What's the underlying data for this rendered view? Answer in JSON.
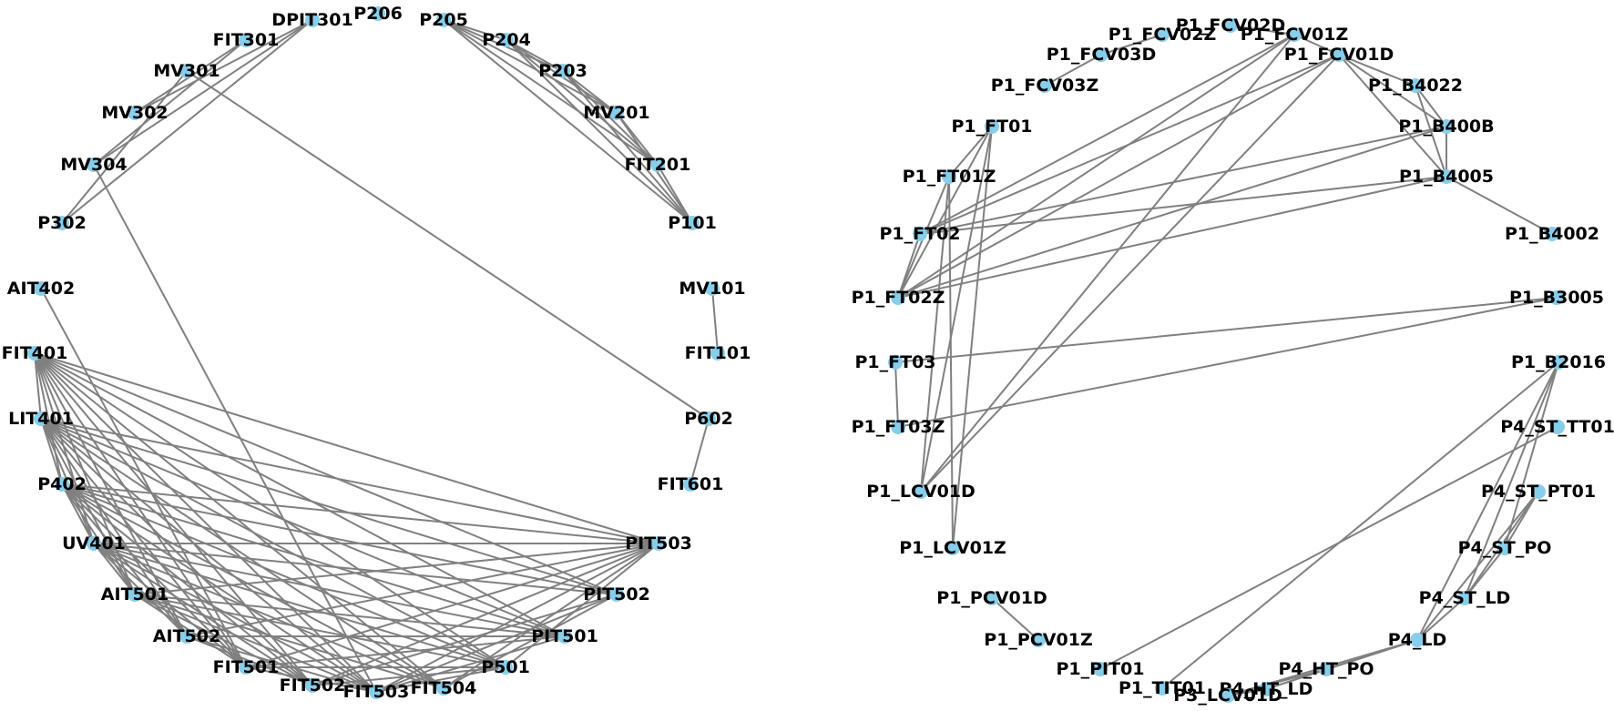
{
  "colors": {
    "edge": "#808080",
    "node": "#87ceeb",
    "label": "#000000",
    "background": "#ffffff"
  },
  "graphs": [
    {
      "id": "left",
      "nodes": [
        {
          "id": "P206",
          "label": "P206"
        },
        {
          "id": "P205",
          "label": "P205"
        },
        {
          "id": "P204",
          "label": "P204"
        },
        {
          "id": "P203",
          "label": "P203"
        },
        {
          "id": "MV201",
          "label": "MV201"
        },
        {
          "id": "FIT201",
          "label": "FIT201"
        },
        {
          "id": "P101",
          "label": "P101"
        },
        {
          "id": "MV101",
          "label": "MV101"
        },
        {
          "id": "FIT101",
          "label": "FIT101"
        },
        {
          "id": "P602",
          "label": "P602"
        },
        {
          "id": "FIT601",
          "label": "FIT601"
        },
        {
          "id": "PIT503",
          "label": "PIT503"
        },
        {
          "id": "PIT502",
          "label": "PIT502"
        },
        {
          "id": "PIT501",
          "label": "PIT501"
        },
        {
          "id": "P501",
          "label": "P501"
        },
        {
          "id": "FIT504",
          "label": "FIT504"
        },
        {
          "id": "FIT503",
          "label": "FIT503"
        },
        {
          "id": "FIT502",
          "label": "FIT502"
        },
        {
          "id": "FIT501",
          "label": "FIT501"
        },
        {
          "id": "AIT502",
          "label": "AIT502"
        },
        {
          "id": "AIT501",
          "label": "AIT501"
        },
        {
          "id": "UV401",
          "label": "UV401"
        },
        {
          "id": "P402",
          "label": "P402"
        },
        {
          "id": "LIT401",
          "label": "LIT401"
        },
        {
          "id": "FIT401",
          "label": "FIT401"
        },
        {
          "id": "AIT402",
          "label": "AIT402"
        },
        {
          "id": "P302",
          "label": "P302"
        },
        {
          "id": "MV304",
          "label": "MV304"
        },
        {
          "id": "MV302",
          "label": "MV302"
        },
        {
          "id": "MV301",
          "label": "MV301"
        },
        {
          "id": "FIT301",
          "label": "FIT301"
        },
        {
          "id": "DPIT301",
          "label": "DPIT301"
        }
      ],
      "edges": [
        [
          "P205",
          "P204"
        ],
        [
          "P205",
          "P203"
        ],
        [
          "P205",
          "MV201"
        ],
        [
          "P205",
          "FIT201"
        ],
        [
          "P205",
          "P101"
        ],
        [
          "P204",
          "P203"
        ],
        [
          "P204",
          "MV201"
        ],
        [
          "P204",
          "FIT201"
        ],
        [
          "P204",
          "P101"
        ],
        [
          "P203",
          "MV201"
        ],
        [
          "P203",
          "FIT201"
        ],
        [
          "P203",
          "P101"
        ],
        [
          "MV201",
          "FIT201"
        ],
        [
          "MV201",
          "P101"
        ],
        [
          "FIT201",
          "P101"
        ],
        [
          "MV101",
          "FIT101"
        ],
        [
          "P602",
          "FIT601"
        ],
        [
          "P602",
          "MV301"
        ],
        [
          "DPIT301",
          "MV302"
        ],
        [
          "DPIT301",
          "P302"
        ],
        [
          "DPIT301",
          "MV304"
        ],
        [
          "FIT301",
          "MV302"
        ],
        [
          "FIT301",
          "MV304"
        ],
        [
          "MV301",
          "P302"
        ],
        [
          "MV304",
          "FIT503"
        ],
        [
          "AIT402",
          "FIT501"
        ],
        [
          "FIT401",
          "PIT503"
        ],
        [
          "FIT401",
          "PIT502"
        ],
        [
          "FIT401",
          "PIT501"
        ],
        [
          "FIT401",
          "P501"
        ],
        [
          "FIT401",
          "FIT504"
        ],
        [
          "FIT401",
          "FIT503"
        ],
        [
          "FIT401",
          "FIT502"
        ],
        [
          "FIT401",
          "FIT501"
        ],
        [
          "FIT401",
          "AIT502"
        ],
        [
          "FIT401",
          "AIT501"
        ],
        [
          "FIT401",
          "UV401"
        ],
        [
          "FIT401",
          "P402"
        ],
        [
          "FIT401",
          "LIT401"
        ],
        [
          "LIT401",
          "PIT503"
        ],
        [
          "LIT401",
          "PIT502"
        ],
        [
          "LIT401",
          "PIT501"
        ],
        [
          "LIT401",
          "P501"
        ],
        [
          "LIT401",
          "FIT504"
        ],
        [
          "LIT401",
          "FIT503"
        ],
        [
          "LIT401",
          "FIT502"
        ],
        [
          "LIT401",
          "FIT501"
        ],
        [
          "LIT401",
          "AIT502"
        ],
        [
          "LIT401",
          "AIT501"
        ],
        [
          "LIT401",
          "UV401"
        ],
        [
          "LIT401",
          "P402"
        ],
        [
          "P402",
          "PIT503"
        ],
        [
          "P402",
          "PIT502"
        ],
        [
          "P402",
          "PIT501"
        ],
        [
          "P402",
          "P501"
        ],
        [
          "P402",
          "FIT504"
        ],
        [
          "P402",
          "FIT503"
        ],
        [
          "P402",
          "FIT502"
        ],
        [
          "P402",
          "FIT501"
        ],
        [
          "P402",
          "AIT502"
        ],
        [
          "P402",
          "AIT501"
        ],
        [
          "P402",
          "UV401"
        ],
        [
          "UV401",
          "PIT503"
        ],
        [
          "UV401",
          "PIT502"
        ],
        [
          "UV401",
          "PIT501"
        ],
        [
          "UV401",
          "P501"
        ],
        [
          "UV401",
          "FIT504"
        ],
        [
          "UV401",
          "FIT503"
        ],
        [
          "UV401",
          "FIT502"
        ],
        [
          "UV401",
          "FIT501"
        ],
        [
          "UV401",
          "AIT502"
        ],
        [
          "UV401",
          "AIT501"
        ],
        [
          "AIT501",
          "PIT503"
        ],
        [
          "AIT501",
          "PIT501"
        ],
        [
          "AIT501",
          "P501"
        ],
        [
          "AIT501",
          "FIT504"
        ],
        [
          "AIT501",
          "FIT503"
        ],
        [
          "AIT501",
          "FIT502"
        ],
        [
          "AIT501",
          "FIT501"
        ],
        [
          "AIT502",
          "PIT503"
        ],
        [
          "AIT502",
          "PIT501"
        ],
        [
          "AIT502",
          "FIT503"
        ],
        [
          "AIT502",
          "FIT502"
        ],
        [
          "FIT501",
          "PIT503"
        ],
        [
          "FIT501",
          "PIT501"
        ],
        [
          "FIT501",
          "P501"
        ],
        [
          "FIT501",
          "FIT503"
        ],
        [
          "FIT502",
          "PIT503"
        ],
        [
          "FIT502",
          "PIT502"
        ],
        [
          "FIT502",
          "P501"
        ],
        [
          "FIT503",
          "PIT503"
        ],
        [
          "FIT503",
          "PIT502"
        ],
        [
          "FIT503",
          "PIT501"
        ],
        [
          "FIT503",
          "P501"
        ],
        [
          "FIT504",
          "PIT503"
        ],
        [
          "FIT504",
          "PIT502"
        ],
        [
          "P501",
          "PIT503"
        ]
      ]
    },
    {
      "id": "right",
      "nodes": [
        {
          "id": "P1_FCV02D",
          "label": "P1_FCV02D"
        },
        {
          "id": "P1_FCV01Z",
          "label": "P1_FCV01Z"
        },
        {
          "id": "P1_FCV01D",
          "label": "P1_FCV01D"
        },
        {
          "id": "P1_B4022",
          "label": "P1_B4022"
        },
        {
          "id": "P1_B400B",
          "label": "P1_B400B"
        },
        {
          "id": "P1_B4005",
          "label": "P1_B4005"
        },
        {
          "id": "P1_B4002",
          "label": "P1_B4002"
        },
        {
          "id": "P1_B3005",
          "label": "P1_B3005"
        },
        {
          "id": "P1_B2016",
          "label": "P1_B2016"
        },
        {
          "id": "P4_ST_TT01",
          "label": "P4_ST_TT01"
        },
        {
          "id": "P4_ST_PT01",
          "label": "P4_ST_PT01"
        },
        {
          "id": "P4_ST_PO",
          "label": "P4_ST_PO"
        },
        {
          "id": "P4_ST_LD",
          "label": "P4_ST_LD"
        },
        {
          "id": "P4_LD",
          "label": "P4_LD"
        },
        {
          "id": "P4_HT_PO",
          "label": "P4_HT_PO"
        },
        {
          "id": "P4_HT_LD",
          "label": "P4_HT_LD"
        },
        {
          "id": "P3_LCV01D",
          "label": "P3_LCV01D"
        },
        {
          "id": "P1_TIT01",
          "label": "P1_TIT01"
        },
        {
          "id": "P1_PIT01",
          "label": "P1_PIT01"
        },
        {
          "id": "P1_PCV01Z",
          "label": "P1_PCV01Z"
        },
        {
          "id": "P1_PCV01D",
          "label": "P1_PCV01D"
        },
        {
          "id": "P1_LCV01Z",
          "label": "P1_LCV01Z"
        },
        {
          "id": "P1_LCV01D",
          "label": "P1_LCV01D"
        },
        {
          "id": "P1_FT03Z",
          "label": "P1_FT03Z"
        },
        {
          "id": "P1_FT03",
          "label": "P1_FT03"
        },
        {
          "id": "P1_FT02Z",
          "label": "P1_FT02Z"
        },
        {
          "id": "P1_FT02",
          "label": "P1_FT02"
        },
        {
          "id": "P1_FT01Z",
          "label": "P1_FT01Z"
        },
        {
          "id": "P1_FT01",
          "label": "P1_FT01"
        },
        {
          "id": "P1_FCV03Z",
          "label": "P1_FCV03Z"
        },
        {
          "id": "P1_FCV03D",
          "label": "P1_FCV03D"
        },
        {
          "id": "P1_FCV02Z",
          "label": "P1_FCV02Z"
        }
      ],
      "edges": [
        [
          "P1_FCV02D",
          "P1_FCV01Z"
        ],
        [
          "P1_FCV02Z",
          "P1_FCV03D"
        ],
        [
          "P1_FCV03D",
          "P1_FCV03Z"
        ],
        [
          "P1_FCV01Z",
          "P1_FT02Z"
        ],
        [
          "P1_FCV01Z",
          "P1_FT02"
        ],
        [
          "P1_FCV01Z",
          "P1_LCV01D"
        ],
        [
          "P1_FCV01Z",
          "P1_FCV01D"
        ],
        [
          "P1_FCV01D",
          "P1_FT02Z"
        ],
        [
          "P1_FCV01D",
          "P1_FT02"
        ],
        [
          "P1_FCV01D",
          "P1_LCV01D"
        ],
        [
          "P1_FCV01D",
          "P1_B4022"
        ],
        [
          "P1_FCV01D",
          "P1_B400B"
        ],
        [
          "P1_FCV01D",
          "P1_B4005"
        ],
        [
          "P1_B4022",
          "P1_B400B"
        ],
        [
          "P1_B4022",
          "P1_B4005"
        ],
        [
          "P1_B400B",
          "P1_B4005"
        ],
        [
          "P1_B4005",
          "P1_B4002"
        ],
        [
          "P1_B400B",
          "P1_FT02Z"
        ],
        [
          "P1_B400B",
          "P1_FT02"
        ],
        [
          "P1_B4005",
          "P1_FT02Z"
        ],
        [
          "P1_B4005",
          "P1_FT02"
        ],
        [
          "P1_B3005",
          "P1_FT03"
        ],
        [
          "P1_B3005",
          "P1_FT03Z"
        ],
        [
          "P1_FT03",
          "P1_FT03Z"
        ],
        [
          "P1_FT01",
          "P1_FT01Z"
        ],
        [
          "P1_FT01",
          "P1_FT02Z"
        ],
        [
          "P1_FT01",
          "P1_LCV01Z"
        ],
        [
          "P1_FT01",
          "P1_LCV01D"
        ],
        [
          "P1_FT01Z",
          "P1_FT02Z"
        ],
        [
          "P1_FT01Z",
          "P1_LCV01Z"
        ],
        [
          "P1_FT01Z",
          "P1_LCV01D"
        ],
        [
          "P1_FT02",
          "P1_FT02Z"
        ],
        [
          "P1_PCV01D",
          "P1_PCV01Z"
        ],
        [
          "P1_B2016",
          "P4_ST_PO"
        ],
        [
          "P1_B2016",
          "P4_ST_LD"
        ],
        [
          "P1_B2016",
          "P4_LD"
        ],
        [
          "P1_B2016",
          "P1_TIT01"
        ],
        [
          "P4_ST_TT01",
          "P1_PIT01"
        ],
        [
          "P4_ST_PT01",
          "P4_ST_PO"
        ],
        [
          "P4_ST_PT01",
          "P4_LD"
        ],
        [
          "P4_ST_PT01",
          "P4_ST_LD"
        ],
        [
          "P4_ST_PO",
          "P4_ST_LD"
        ],
        [
          "P4_ST_LD",
          "P4_LD"
        ],
        [
          "P4_LD",
          "P4_HT_LD"
        ],
        [
          "P4_LD",
          "P3_LCV01D"
        ],
        [
          "P4_LD",
          "P4_HT_PO"
        ],
        [
          "P4_HT_PO",
          "P4_HT_LD"
        ],
        [
          "P4_HT_PO",
          "P3_LCV01D"
        ],
        [
          "P4_HT_LD",
          "P3_LCV01D"
        ]
      ]
    }
  ]
}
